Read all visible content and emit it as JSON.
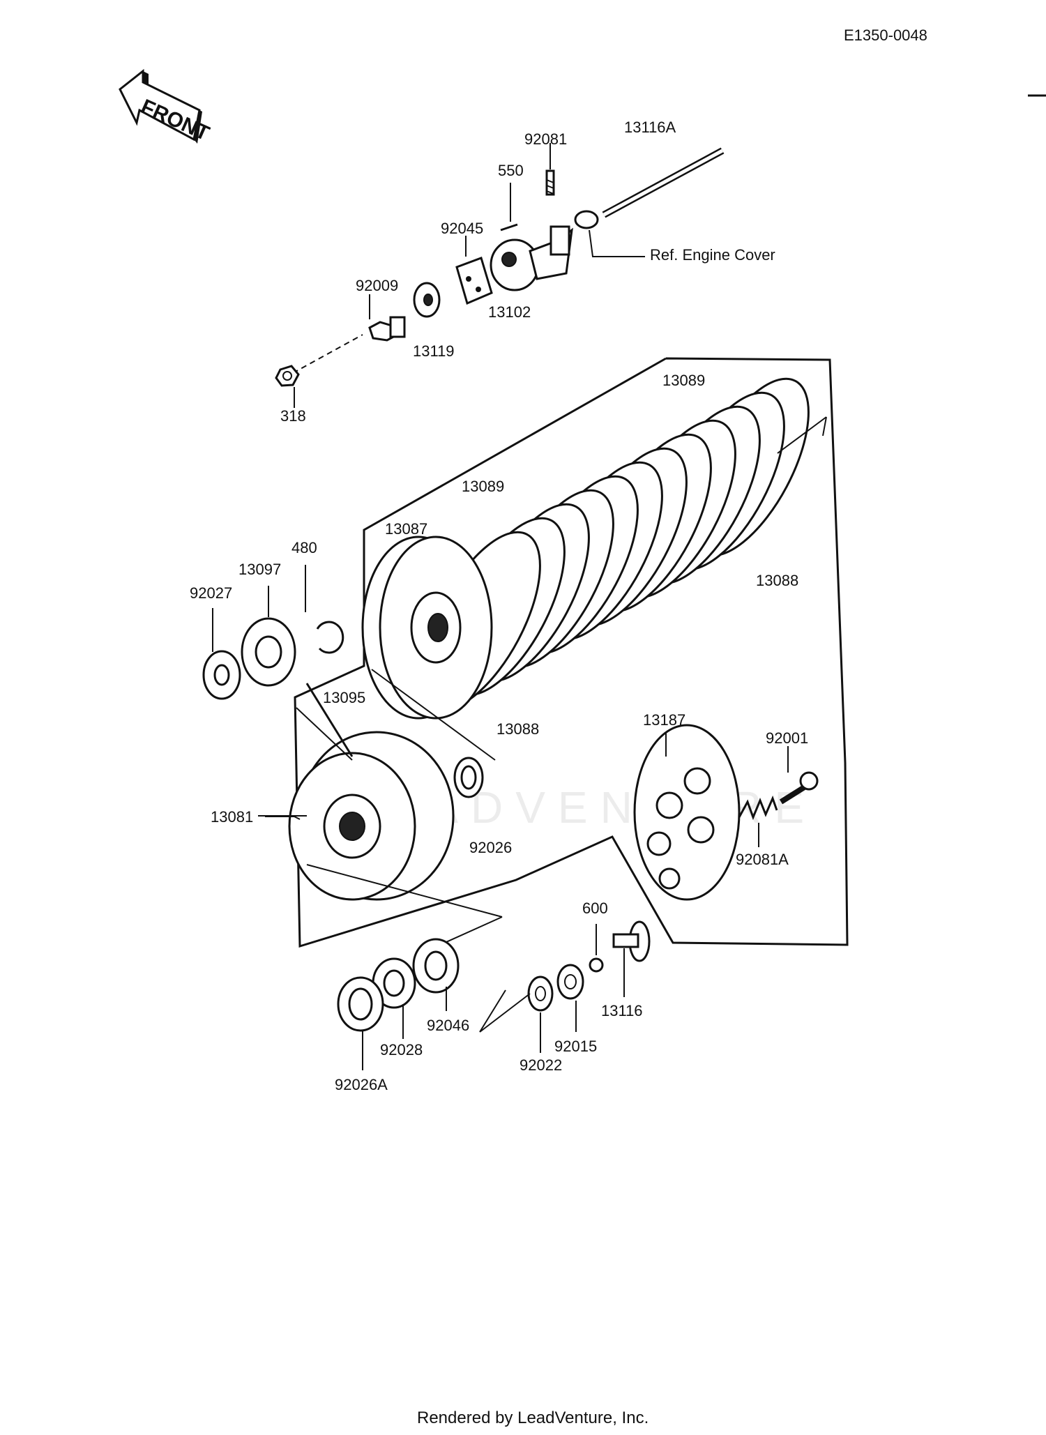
{
  "diagram_code": "E1350-0048",
  "front_arrow_text": "FRONT",
  "reference_note": "Ref. Engine Cover",
  "footer": "Rendered by LeadVenture, Inc.",
  "watermark": "LEADVENTURE",
  "parts": {
    "p13116A": "13116A",
    "p92081": "92081",
    "p550": "550",
    "p92045": "92045",
    "p13102": "13102",
    "p92009": "92009",
    "p13119": "13119",
    "p318": "318",
    "p13089a": "13089",
    "p13089b": "13089",
    "p13087": "13087",
    "p480": "480",
    "p13097": "13097",
    "p92027": "92027",
    "p13088a": "13088",
    "p13088b": "13088",
    "p13095": "13095",
    "p13187": "13187",
    "p92001": "92001",
    "p13081": "13081",
    "p92026": "92026",
    "p92081A": "92081A",
    "p600": "600",
    "p13116": "13116",
    "p92046": "92046",
    "p92015": "92015",
    "p92028": "92028",
    "p92022": "92022",
    "p92026A": "92026A"
  }
}
